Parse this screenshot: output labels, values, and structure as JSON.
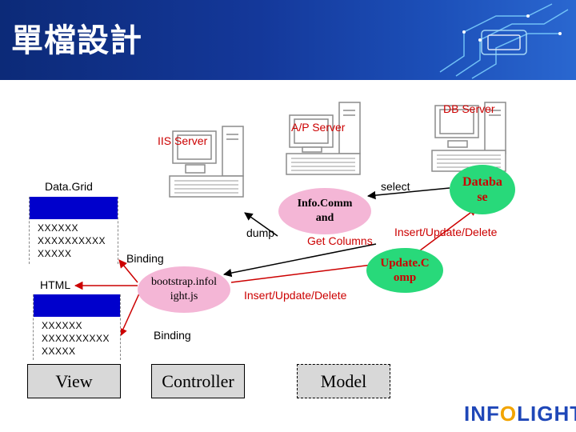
{
  "header": {
    "title": "單檔設計"
  },
  "servers": {
    "db": "DB Server",
    "ap": "A/P Server",
    "iis": "IIS Server"
  },
  "labels": {
    "datagrid": "Data.Grid",
    "dump": "dump",
    "select": "select",
    "get_columns": "Get Columns",
    "insert_update_delete_right": "Insert/Update/Delete",
    "binding_top": "Binding",
    "html": "HTML",
    "insert_update_delete_mid": "Insert/Update/Delete",
    "binding_bottom": "Binding"
  },
  "grid_rows_top": [
    "XXXXXX",
    "XXXXXXXXXX",
    "XXXXX"
  ],
  "grid_rows_bottom": [
    "XXXXXX",
    "XXXXXXXXXX",
    "XXXXX"
  ],
  "nodes": {
    "infocomm": "Info.Comm and",
    "bootstrap": "bootstrap.infol ight.js",
    "database": "Databa se",
    "update_comp": "Update.C omp"
  },
  "boxes": {
    "view": "View",
    "controller": "Controller",
    "model": "Model"
  },
  "logo": {
    "left": "INF",
    "o": "O",
    "right": "LIGHT"
  },
  "colors": {
    "header_blue": "#14389a",
    "pink": "#f4b6d6",
    "green": "#28d97a",
    "arrow_red": "#cc0000",
    "grid_blue": "#0000cc"
  }
}
